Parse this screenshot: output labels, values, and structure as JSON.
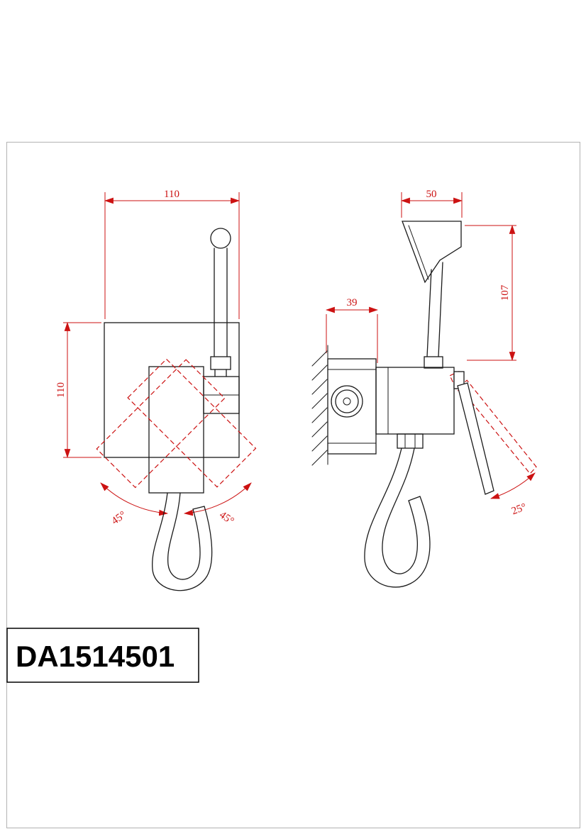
{
  "colors": {
    "outline": "#1a1a1a",
    "dimension": "#cc1212",
    "border": "#b3b3b3",
    "background": "#ffffff"
  },
  "title_block": {
    "model_number": "DA1514501"
  },
  "front_view": {
    "dimensions": {
      "width": "110",
      "height": "110"
    },
    "angles": {
      "left": "45°",
      "right": "45°"
    }
  },
  "side_view": {
    "dimensions": {
      "width": "50",
      "depth": "39",
      "height": "107"
    },
    "angles": {
      "handle": "25°"
    }
  }
}
